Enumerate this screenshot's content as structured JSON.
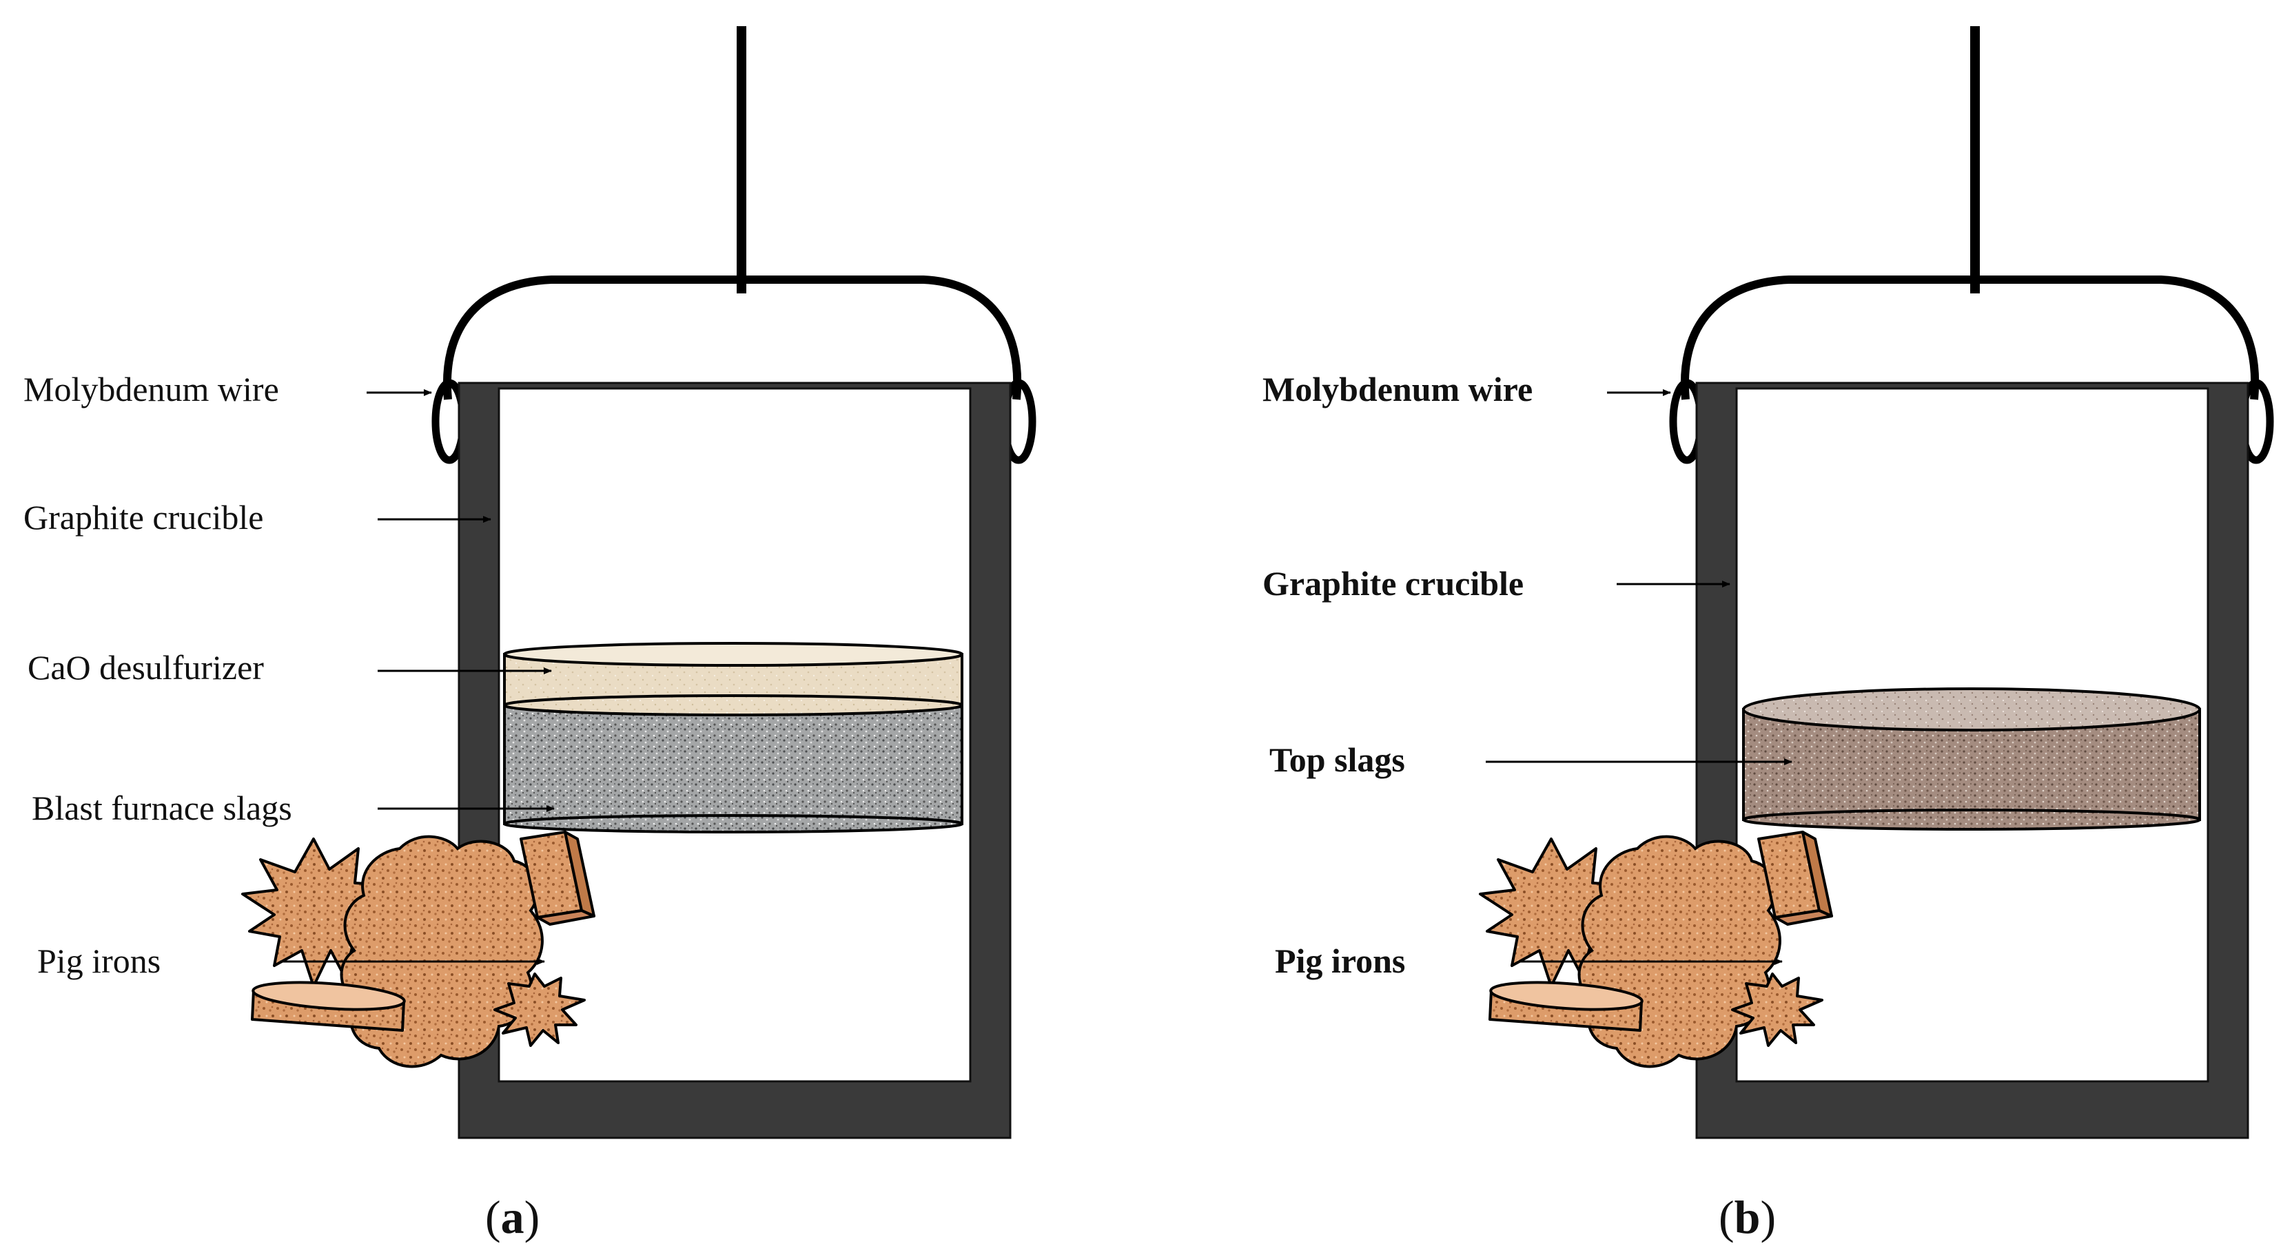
{
  "panel_a": {
    "labels": {
      "wire": "Molybdenum wire",
      "crucible": "Graphite crucible",
      "desulfurizer": "CaO desulfurizer",
      "slag": "Blast furnace slags",
      "pig": "Pig irons"
    },
    "caption": {
      "open": "(",
      "letter": "a",
      "close": ")"
    }
  },
  "panel_b": {
    "labels": {
      "wire": "Molybdenum wire",
      "crucible": "Graphite crucible",
      "slag": "Top slags",
      "pig": "Pig irons"
    },
    "caption": {
      "open": "(",
      "letter": "b",
      "close": ")"
    }
  },
  "colors": {
    "crucible_wall": "#3a3a3a",
    "wire": "#000000",
    "desulfurizer": "#eadcc4",
    "blast_furnace_slag": "#a4a6a7",
    "top_slag": "#a48c80",
    "pig_iron": "#dd9c6a",
    "pig_iron_speckle": "#9a5a2e"
  }
}
